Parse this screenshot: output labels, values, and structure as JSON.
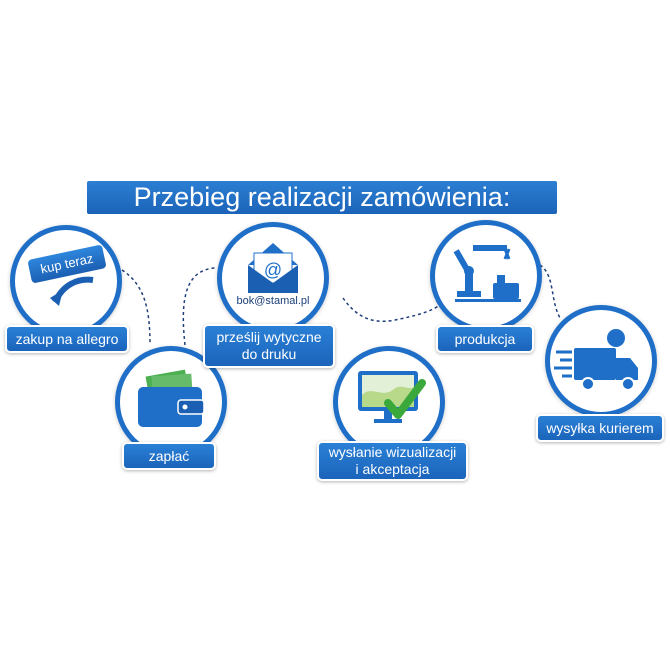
{
  "title": "Przebieg realizacji zamówienia:",
  "colors": {
    "primary": "#1f6fc8",
    "check": "#3aa83a"
  },
  "steps": [
    {
      "label": "zakup na allegro",
      "icon": "kup-teraz-button-icon",
      "button_text": "kup teraz"
    },
    {
      "label": "zapłać",
      "icon": "wallet-icon"
    },
    {
      "label_line1": "prześlij wytyczne",
      "label_line2": "do druku",
      "icon": "email-envelope-icon",
      "email": "bok@stamal.pl"
    },
    {
      "label_line1": "wysłanie wizualizacji",
      "label_line2": "i akceptacja",
      "icon": "monitor-check-icon"
    },
    {
      "label": "produkcja",
      "icon": "robot-arm-icon"
    },
    {
      "label": "wysyłka kurierem",
      "icon": "delivery-truck-icon"
    }
  ]
}
